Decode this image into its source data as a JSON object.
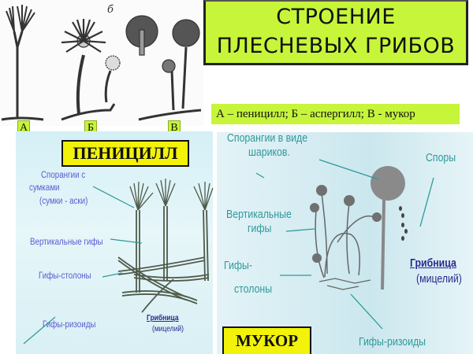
{
  "title": {
    "line1": "СТРОЕНИЕ",
    "line2": "ПЛЕСНЕВЫХ ГРИБОВ"
  },
  "legend": {
    "text": "А – пеницилл; Б – аспергилл; В - мукор"
  },
  "top_figure": {
    "caption_small": "б",
    "labels": [
      "А",
      "Б",
      "В"
    ]
  },
  "penicillium_panel": {
    "label": "ПЕНИЦИЛЛ",
    "annotations": {
      "sporangia_line1": "Спорангии с",
      "sporangia_line2": "сумками",
      "sporangia_line3": "(сумки - аски)",
      "vertical_hyphae": "Вертикальные гифы",
      "stolon_hyphae": "Гифы-столоны",
      "rhizoid_hyphae": "Гифы-ризоиды",
      "mycelium_title": "Грибница",
      "mycelium_sub": "(мицелий)"
    }
  },
  "mucor_panel": {
    "label": "МУКОР",
    "annotations": {
      "sporangia_line1": "Спорангии в виде",
      "sporangia_line2": "шариков.",
      "spores": "Споры",
      "vertical_line1": "Вертикальные",
      "vertical_line2": "гифы",
      "stolon_line1": "Гифы-",
      "stolon_line2": "столоны",
      "mycelium_title": "Грибница",
      "mycelium_sub": "(мицелий)",
      "rhizoid_hyphae": "Гифы-ризоиды"
    }
  },
  "colors": {
    "title_bg": "#c6f53a",
    "label_bg": "#f2f20a",
    "penicillium_text": "#5a5ad0",
    "mucor_text": "#2e9a9a",
    "mycelium_text": "#2a2a90",
    "panel_bg": "#d4f0f6"
  }
}
